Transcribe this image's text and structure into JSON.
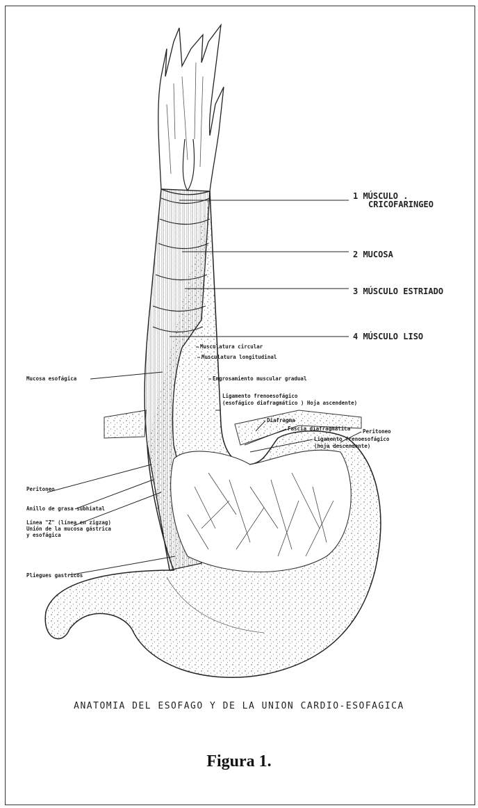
{
  "labels": {
    "l1a": "1  MÚSCULO .",
    "l1b": "CRICOFARINGEO",
    "l2": "2 MUCOSA",
    "l3": "3 MÚSCULO ESTRIADO",
    "l4": "4 MÚSCULO LISO",
    "musc_circular": "Musculatura circular",
    "musc_long": "Musculatura longitudinal",
    "mucosa_esof": "Mucosa esofágica",
    "engrosamiento": "Engrosamiento muscular gradual",
    "lig_a": "Ligamento frenoesofágico",
    "lig_b": "(esofágico diafragmático ) Hoja ascendente)",
    "diafragma": "Diafragma",
    "fascia": "Fascia diafragmática",
    "lig2_a": "Ligamento frenoesofágico",
    "lig2_b": "(hoja descendente)",
    "peritoneo_r": "Peritoneo",
    "peritoneo_l": "Peritoneo",
    "anillo": "Anillo de grasa subhiatal",
    "linea_a": "Línea \"Z\" (línea en zigzag)",
    "linea_b": "Unión de la mucosa gástrica",
    "linea_c": "y esofágica",
    "pliegues": "Pliegues gastricos"
  },
  "caption": "ANATOMIA DEL ESOFAGO Y DE LA UNION CARDIO-ESOFAGICA",
  "figure_label": "Figura 1."
}
